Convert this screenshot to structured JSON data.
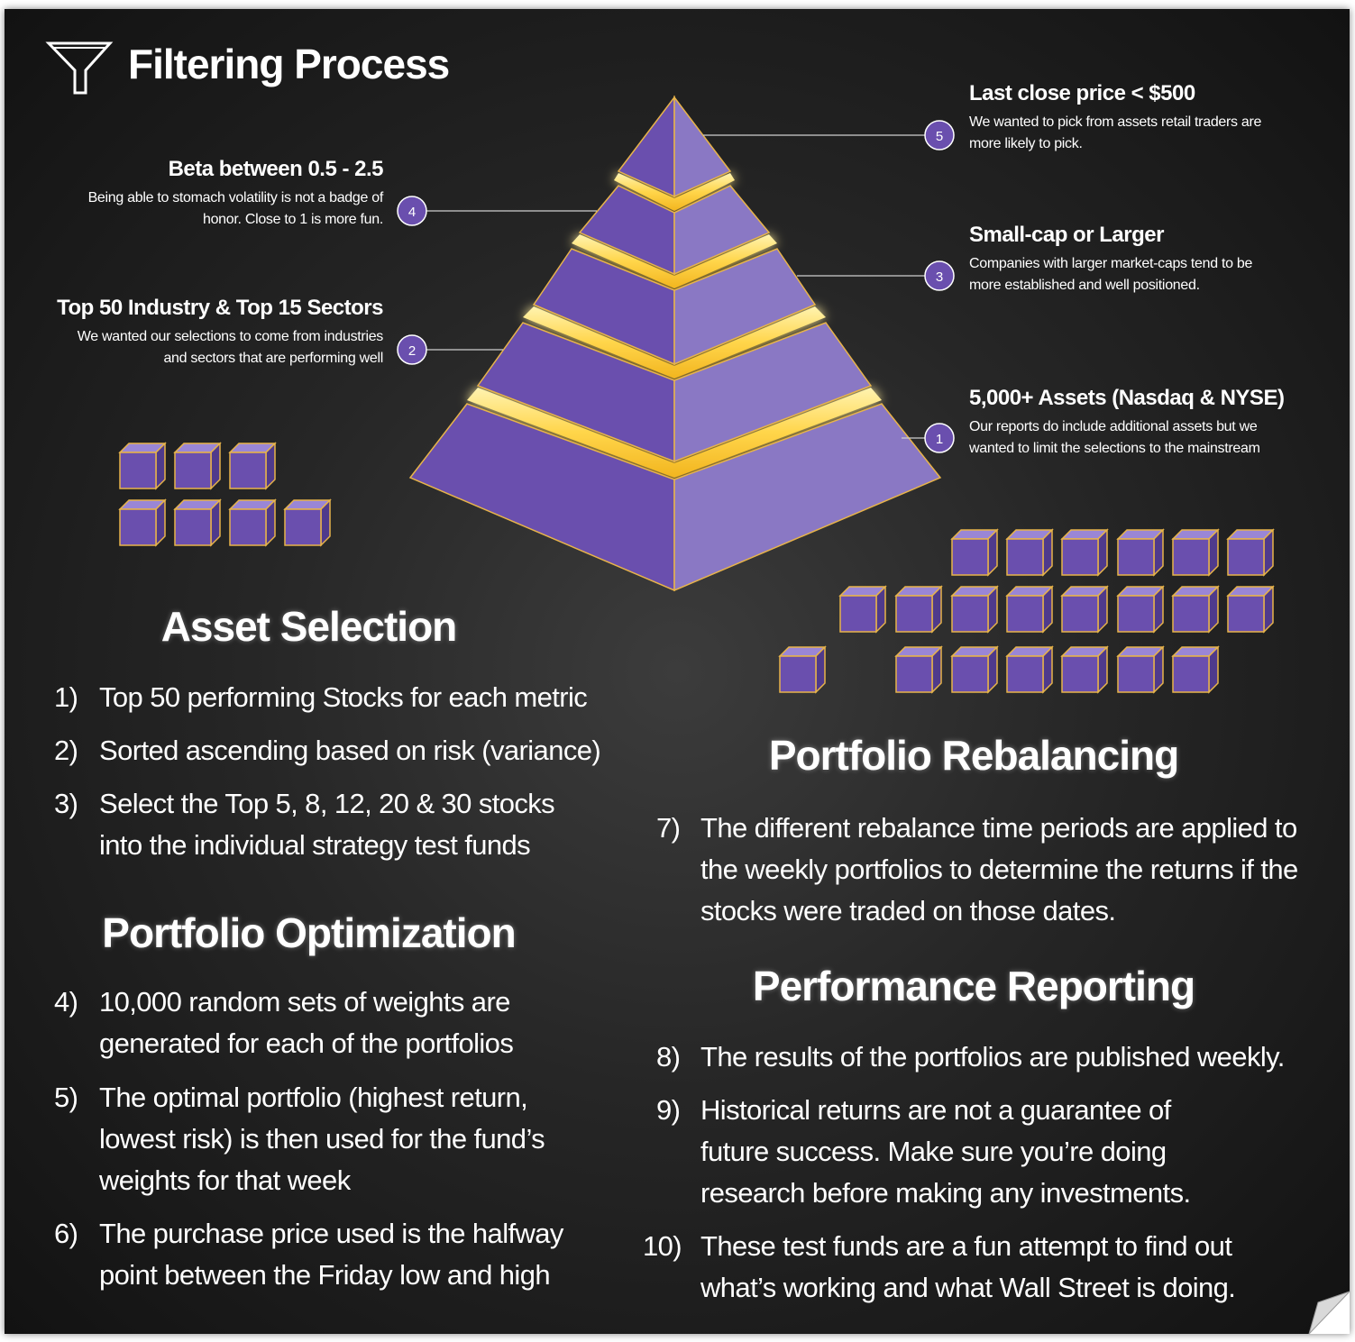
{
  "title": "Filtering Process",
  "pyramid_layers": [
    {
      "number": "1",
      "heading": "5,000+ Assets (Nasdaq & NYSE)",
      "description": "Our reports do include additional assets but we wanted to limit the selections to the mainstream"
    },
    {
      "number": "2",
      "heading": "Top 50 Industry & Top 15 Sectors",
      "description": "We wanted our selections to come from industries and sectors that are performing well"
    },
    {
      "number": "3",
      "heading": "Small-cap or Larger",
      "description": "Companies with larger market-caps tend to be more established and well positioned."
    },
    {
      "number": "4",
      "heading": "Beta between 0.5 - 2.5",
      "description": "Being able to stomach volatility is not a badge of honor. Close to 1 is more fun."
    },
    {
      "number": "5",
      "heading": "Last close price < $500",
      "description": "We wanted to pick from assets retail traders are more likely to pick."
    }
  ],
  "sections": {
    "asset_selection": {
      "heading": "Asset Selection",
      "items": [
        {
          "num": "1)",
          "text": "Top 50 performing Stocks for each metric"
        },
        {
          "num": "2)",
          "text": "Sorted ascending based on risk (variance)"
        },
        {
          "num": "3)",
          "text": "Select the Top 5, 8, 12, 20 & 30 stocks into the individual strategy test funds"
        }
      ]
    },
    "portfolio_optimization": {
      "heading": "Portfolio Optimization",
      "items": [
        {
          "num": "4)",
          "text": "10,000 random sets of weights are generated for each of the portfolios"
        },
        {
          "num": "5)",
          "text": "The optimal portfolio (highest return, lowest risk) is then used for the fund’s weights for that week"
        },
        {
          "num": "6)",
          "text": "The purchase price used is the halfway point between the Friday low and high"
        }
      ]
    },
    "portfolio_rebalancing": {
      "heading": "Portfolio Rebalancing",
      "items": [
        {
          "num": "7)",
          "text": "The different rebalance time periods are applied to the weekly portfolios to determine the returns if the stocks were traded on those dates."
        }
      ]
    },
    "performance_reporting": {
      "heading": "Performance Reporting",
      "items": [
        {
          "num": "8)",
          "text": "The results of the portfolios are published weekly."
        },
        {
          "num": "9)",
          "text": "Historical returns are not a guarantee of future success. Make sure you’re doing research before making any investments."
        },
        {
          "num": "10)",
          "text": "These test funds are a fun attempt to find out what’s working and what Wall Street is doing."
        }
      ]
    }
  },
  "icons": [
    "funnel-icon",
    "cube-icon"
  ],
  "colors": {
    "background_dark": "#1a1a1a",
    "pyramid_left": "#6a4fae",
    "pyramid_right": "#8a78c4",
    "glow_band": "#ffd54a",
    "badge": "#6a4fae",
    "text": "#ffffff"
  }
}
